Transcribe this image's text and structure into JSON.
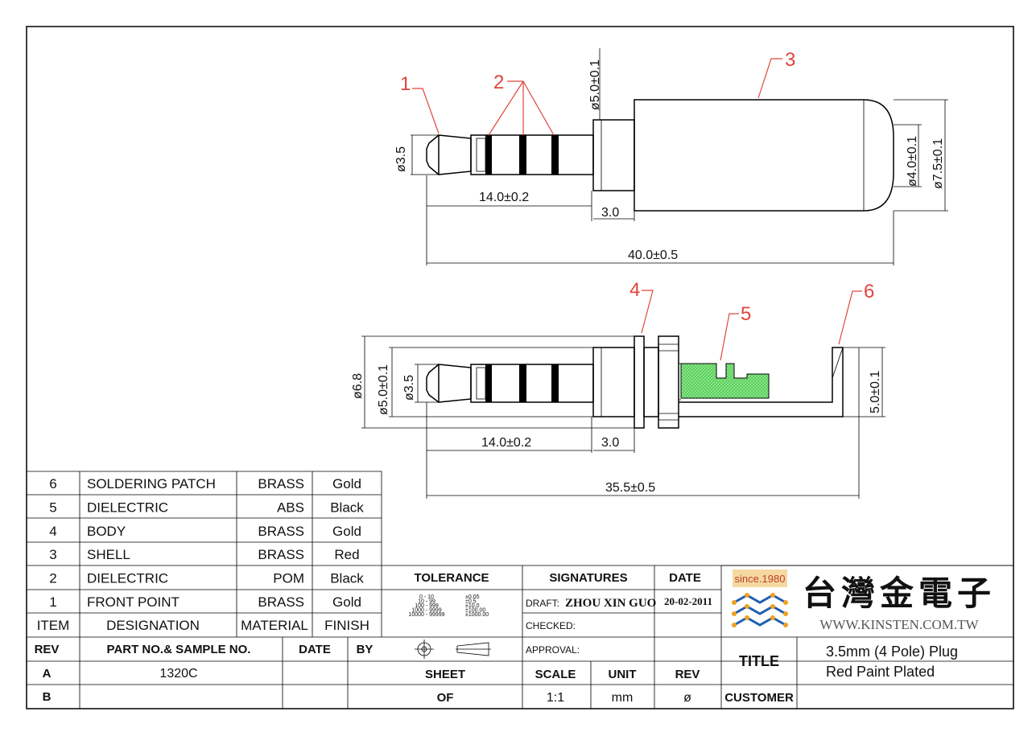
{
  "callouts": [
    "1",
    "2",
    "3",
    "4",
    "5",
    "6"
  ],
  "dimensions": {
    "tip_dia": "ø3.5",
    "sleeve_dia": "ø5.0±0.1",
    "cable_dia": "ø4.0±0.1",
    "shell_dia": "ø7.5±0.1",
    "pin_len": "14.0±0.2",
    "collar_len": "3.0",
    "total_len": "40.0±0.5",
    "flange_dia": "ø6.8",
    "sleeve_dia2": "ø5.0±0.1",
    "tip_dia2": "ø3.5",
    "pin_len2": "14.0±0.2",
    "collar_len2": "3.0",
    "body_len": "35.5±0.5",
    "tab_height": "5.0±0.1"
  },
  "parts": [
    {
      "item": "6",
      "designation": "SOLDERING PATCH",
      "material": "BRASS",
      "finish": "Gold"
    },
    {
      "item": "5",
      "designation": "DIELECTRIC",
      "material": "ABS",
      "finish": "Black"
    },
    {
      "item": "4",
      "designation": "BODY",
      "material": "BRASS",
      "finish": "Gold"
    },
    {
      "item": "3",
      "designation": "SHELL",
      "material": "BRASS",
      "finish": "Red"
    },
    {
      "item": "2",
      "designation": "DIELECTRIC",
      "material": "POM",
      "finish": "Black"
    },
    {
      "item": "1",
      "designation": "FRONT POINT",
      "material": "BRASS",
      "finish": "Gold"
    }
  ],
  "parts_header": {
    "item": "ITEM",
    "designation": "DESIGNATION",
    "material": "MATERIAL",
    "finish": "FINISH"
  },
  "rev_header": {
    "rev": "REV",
    "part": "PART NO.& SAMPLE NO.",
    "date": "DATE",
    "by": "BY"
  },
  "rev_rows": [
    {
      "rev": "A",
      "part": "1320C",
      "date": "",
      "by": ""
    },
    {
      "rev": "B",
      "part": "",
      "date": "",
      "by": ""
    }
  ],
  "tolerance": {
    "label": "TOLERANCE",
    "rows": [
      {
        "range": "0 - 10",
        "tol": "±0.05"
      },
      {
        "range": "10 - 99",
        "tol": "±0.5"
      },
      {
        "range": "100 - 999",
        "tol": "±10.0"
      },
      {
        "range": "1000 - 9999",
        "tol": "±100.00"
      },
      {
        "range": "10000 - 99999",
        "tol": "±1000.00"
      }
    ]
  },
  "signatures": {
    "label": "SIGNATURES",
    "date_label": "DATE",
    "draft_label": "DRAFT:",
    "draft_name": "ZHOU XIN GUO",
    "draft_date": "20-02-2011",
    "checked_label": "CHECKED:",
    "approval_label": "APPROVAL:"
  },
  "sheet": {
    "sheet_label": "SHEET",
    "of_label": "OF",
    "scale_label": "SCALE",
    "unit_label": "UNIT",
    "rev_label": "REV",
    "scale": "1:1",
    "unit": "mm",
    "rev": "ø"
  },
  "company": {
    "since": "since.1980",
    "name": "台灣金電子",
    "url": "WWW.KINSTEN.COM.TW"
  },
  "title_block": {
    "title_label": "TITLE",
    "title_line1": "3.5mm (4 Pole) Plug",
    "title_line2": "Red Paint Plated",
    "customer_label": "CUSTOMER",
    "customer": ""
  },
  "colors": {
    "callout": "#e0463c",
    "dielectric_fill": "#7ee07e",
    "logo_blue": "#1f5fb0",
    "logo_orange": "#f0a020"
  }
}
